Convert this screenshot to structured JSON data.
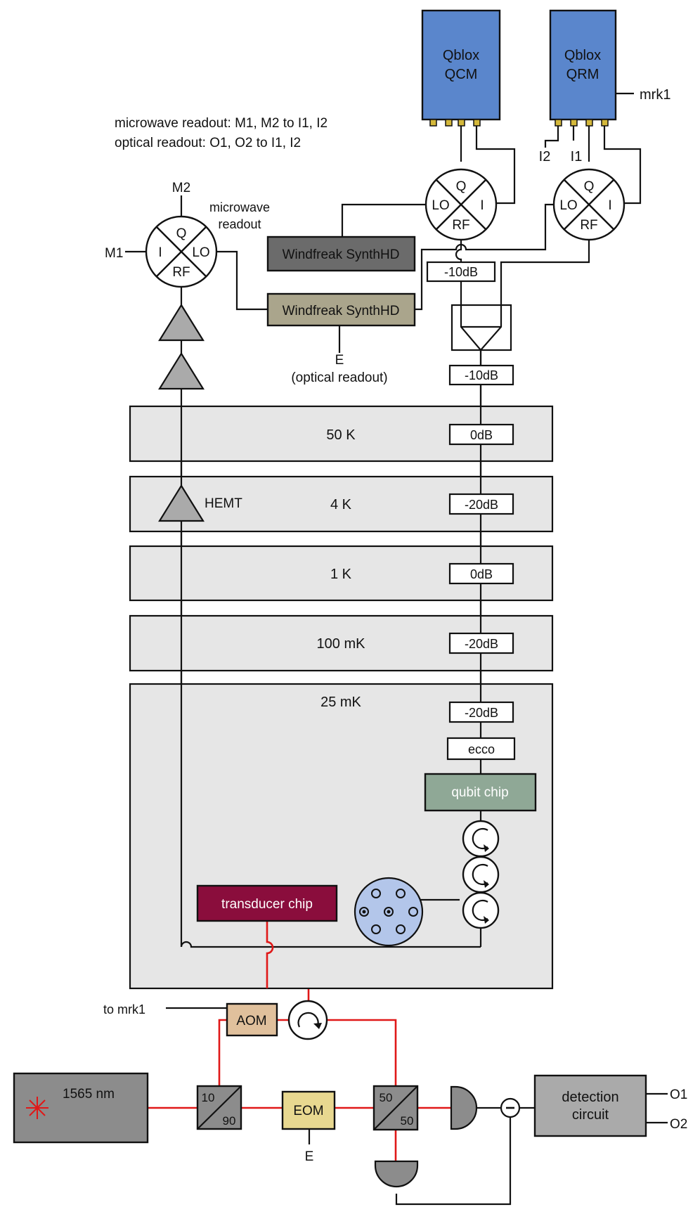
{
  "instruments": {
    "qcm": {
      "line1": "Qblox",
      "line2": "QCM"
    },
    "qrm": {
      "line1": "Qblox",
      "line2": "QRM"
    },
    "marker": "mrk1"
  },
  "notes": {
    "line1": "microwave readout: M1, M2 to I1, I2",
    "line2": "optical readout: O1, O2 to I1, I2"
  },
  "ports": {
    "i2": "I2",
    "i1": "I1",
    "m1": "M1",
    "m2": "M2",
    "e_synth": "E",
    "e_eom": "E",
    "o1": "O1",
    "o2": "O2"
  },
  "mixers": {
    "q": "Q",
    "i": "I",
    "lo": "LO",
    "rf": "RF"
  },
  "readout_label": {
    "line1": "microwave",
    "line2": "readout"
  },
  "synths": {
    "upper": "Windfreak SynthHD",
    "lower": "Windfreak SynthHD"
  },
  "optical_readout_label": "(optical readout)",
  "attenuators": {
    "att_top": "-10dB",
    "att_below_combiner": "-10dB",
    "att_50k": "0dB",
    "att_4k": "-20dB",
    "att_1k": "0dB",
    "att_100mk": "-20dB",
    "att_25mk": "-20dB"
  },
  "stages": {
    "s50k": "50 K",
    "s4k": "4 K",
    "s1k": "1 K",
    "s100mk": "100 mK",
    "s25mk": "25 mK"
  },
  "hemt": "HEMT",
  "ecco": "ecco",
  "qubit_chip": "qubit chip",
  "transducer_chip": "transducer chip",
  "optics": {
    "to_mrk1": "to mrk1",
    "aom": "AOM",
    "laser": "1565 nm",
    "split_top": "10",
    "split_bottom": "90",
    "eom": "EOM",
    "bs_top": "50",
    "bs_bottom": "50",
    "detection_line1": "detection",
    "detection_line2": "circuit"
  },
  "colors": {
    "qblox": "#5a86cc",
    "synth_upper": "#6b6b6b",
    "synth_lower": "#aaa58c",
    "stage_fill": "#e6e6e6",
    "amplifier": "#aaaaaa",
    "qubit_chip": "#8fa896",
    "transducer_chip": "#8a0d3c",
    "fiber_connector": "#b3c6ea",
    "aom": "#e0c09c",
    "eom": "#e8d890",
    "laser_box": "#8c8c8c",
    "beam": "#e01818",
    "port_pin": "#d4b83a"
  }
}
